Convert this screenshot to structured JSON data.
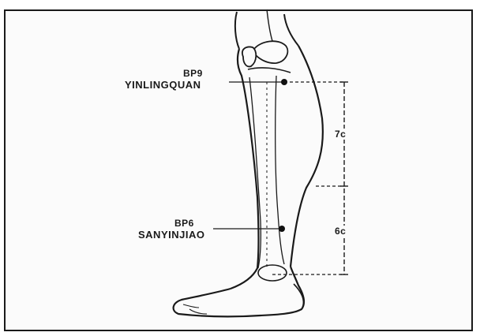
{
  "figure": {
    "points": [
      {
        "code": "BP9",
        "name": "YINLINGQUAN"
      },
      {
        "code": "BP6",
        "name": "SANYINJIAO"
      }
    ],
    "measurements": [
      {
        "label": "7c"
      },
      {
        "label": "6c"
      }
    ],
    "colors": {
      "line": "#1a1a1a",
      "point": "#111111",
      "background": "#ffffff"
    }
  }
}
